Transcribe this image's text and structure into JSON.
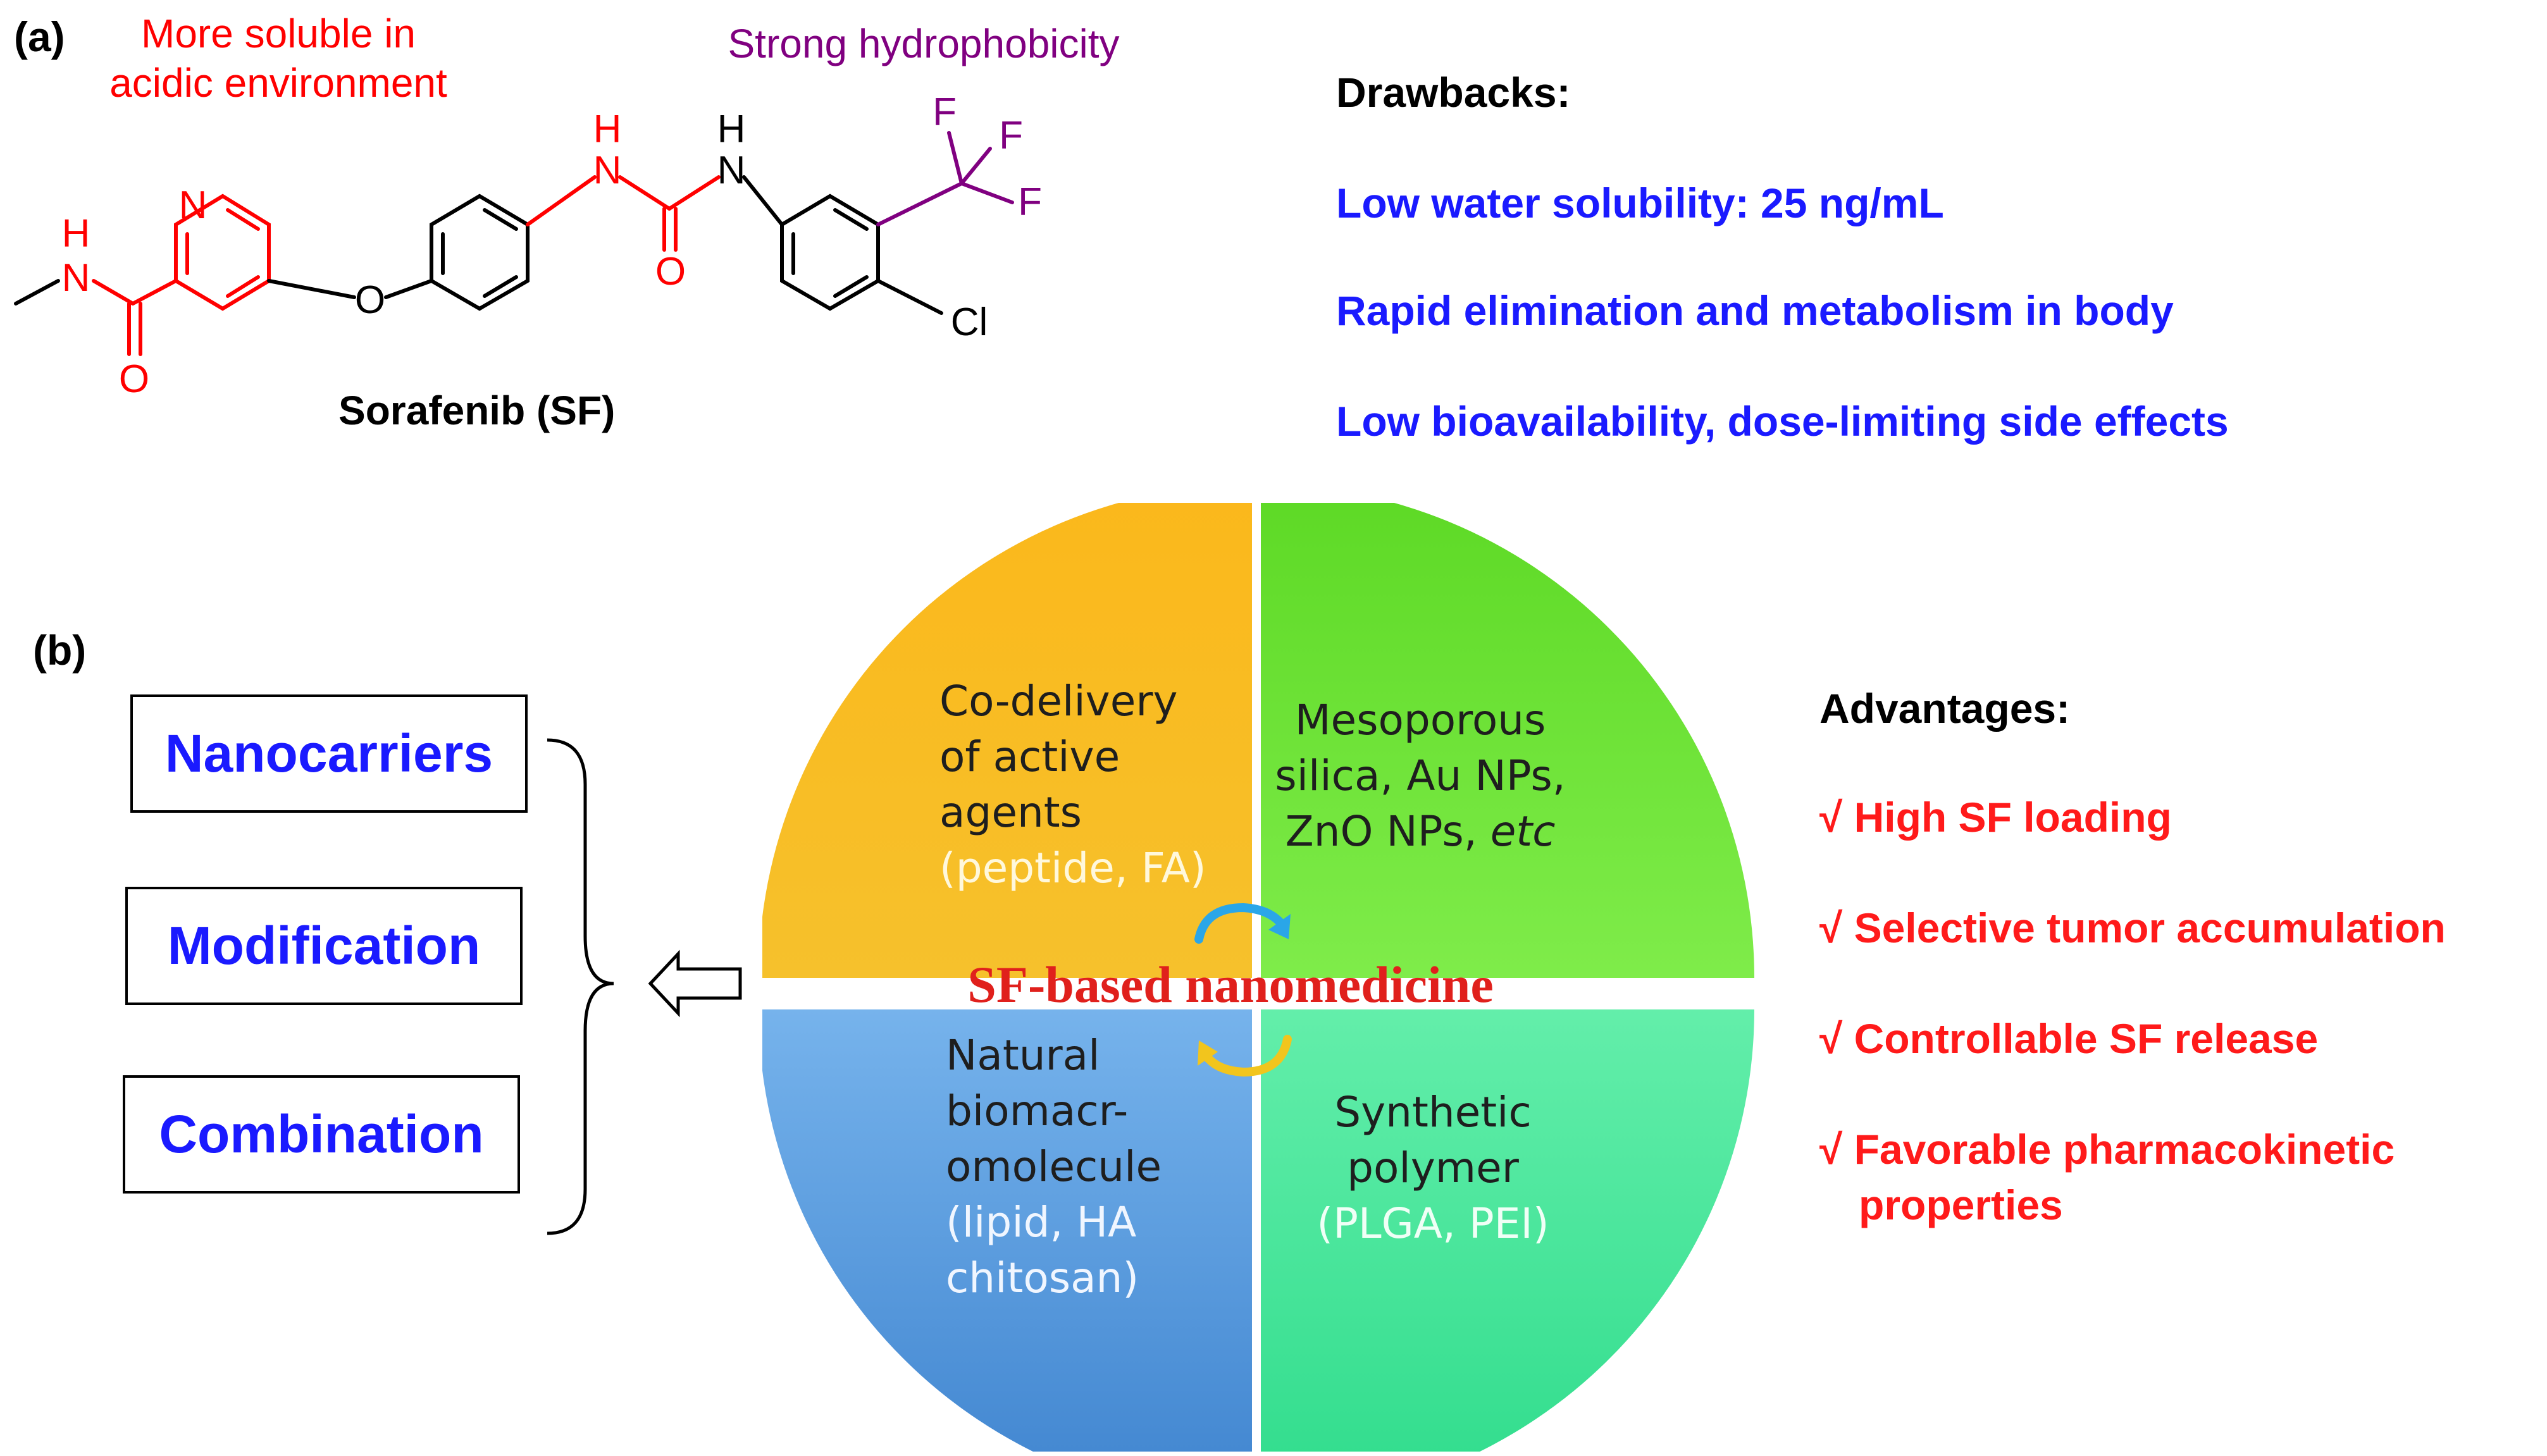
{
  "panel_a": {
    "label": "(a)",
    "annotation_soluble": [
      "More soluble in",
      "acidic environment"
    ],
    "annotation_hydrophobic": "Strong hydrophobicity",
    "molecule_name": "Sorafenib (SF)",
    "atoms": {
      "N": "N",
      "H": "H",
      "O": "O",
      "F": "F",
      "Cl": "Cl"
    }
  },
  "drawbacks": {
    "title": "Drawbacks:",
    "items": [
      "Low water solubility: 25 ng/mL",
      "Rapid elimination and metabolism in body",
      "Low bioavailability, dose-limiting side effects"
    ]
  },
  "panel_b": {
    "label": "(b)",
    "boxes": [
      "Nanocarriers",
      "Modification",
      "Combination"
    ],
    "center_label": "SF-based nanomedicine",
    "quadrants": {
      "top_left": {
        "lines": [
          "Co-delivery",
          "of active",
          "agents"
        ],
        "sub": "(peptide, FA)"
      },
      "top_right": {
        "lines": [
          "Mesoporous",
          "silica, Au NPs,"
        ],
        "last": "ZnO NPs, ",
        "etc": "etc"
      },
      "bottom_left": {
        "lines": [
          "Natural",
          "biomacr-",
          "omolecule"
        ],
        "sub": [
          "(lipid, HA",
          "chitosan)"
        ]
      },
      "bottom_right": {
        "lines": [
          "Synthetic",
          "polymer"
        ],
        "sub": "(PLGA, PEI)"
      }
    },
    "colors": {
      "top_left": "#f5b81c",
      "top_right": "#66e033",
      "bottom_left": "#4f96dc",
      "bottom_right": "#3ee296",
      "center_text": "#e0201c"
    }
  },
  "advantages": {
    "title": "Advantages:",
    "check": "√",
    "items": [
      "High SF loading",
      "Selective tumor accumulation",
      "Controllable SF release",
      "Favorable pharmacokinetic",
      "properties"
    ]
  }
}
